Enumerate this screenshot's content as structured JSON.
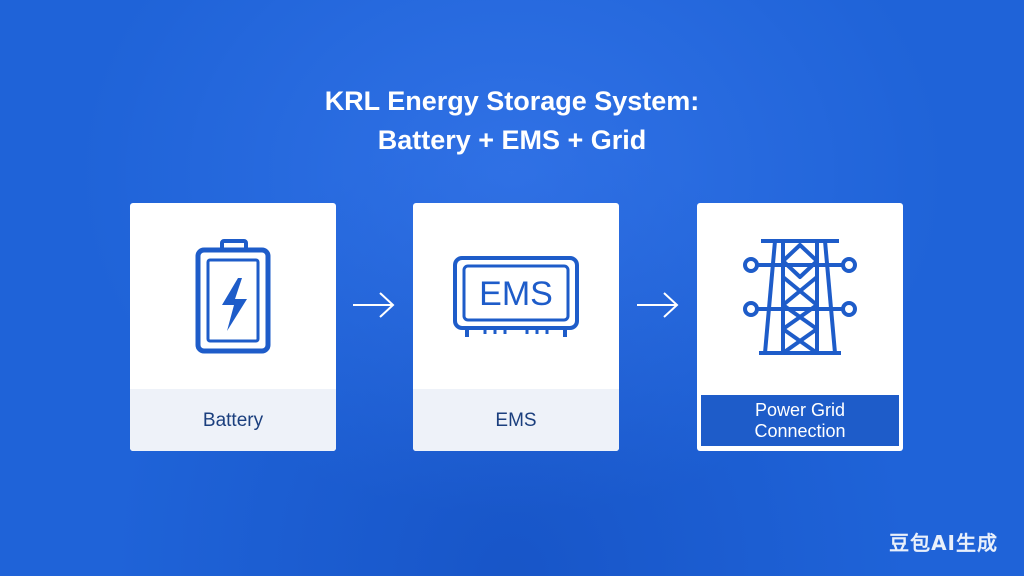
{
  "title": {
    "line1": "KRL Energy Storage System:",
    "line2": "Battery + EMS + Grid"
  },
  "colors": {
    "background": "#1f63d8",
    "card": "#ffffff",
    "icon_stroke": "#1e5cc9",
    "label_text": "#1b3f7e",
    "grid_label_band": "#1e5cc9"
  },
  "nodes": [
    {
      "label": "Battery",
      "icon": "battery-bolt-icon"
    },
    {
      "label": "EMS",
      "icon": "ems-unit-icon",
      "icon_text": "EMS"
    },
    {
      "label_line1": "Power Grid",
      "label_line2": "Connection",
      "icon": "transmission-tower-icon"
    }
  ],
  "edges": [
    {
      "from": "Battery",
      "to": "EMS",
      "icon": "arrow-right-icon"
    },
    {
      "from": "EMS",
      "to": "Power Grid Connection",
      "icon": "arrow-right-icon"
    }
  ],
  "watermark": "豆包AI生成"
}
